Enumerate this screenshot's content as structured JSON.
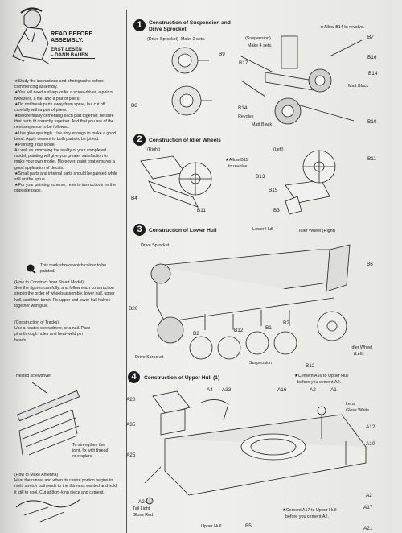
{
  "header": {
    "read_title_1": "READ BEFORE",
    "read_title_2": "ASSEMBLY.",
    "german_1": "ERST LESEN",
    "german_2": "– DANN BAUEN."
  },
  "instructions": {
    "p1": "★Study the instructions and photographs before commencing assembly.",
    "p2": "★You will need a sharp knife, a screw-driver, a pair of tweezers, a file, and a pair of pliers.",
    "p3": "★Do not break parts away from sprue, but cut off carefully with a pair of pliers.",
    "p4": "★Before finally cementing each part together, be sure that parts fit correctly together. And that you are of the next sequence to be followed.",
    "p5": "★Use glue sparingly. Use only enough to make a good bond. Apply cement to both parts to be joined.",
    "p6": "★Painting Your Model",
    "p7": "As well as improving the reality of your completed model, painting will give you greater satisfaction to make your own model. Moreover, paint coat ensures a good application of decals.",
    "p8": "★Small parts and internal parts should be painted while still on the sprue.",
    "p9": "★For your painting scheme, refer to instructions on the opposite page.",
    "mark_note": "This mark shows which colour to be painted.",
    "howto_heading": "(How to Construct Your Stuart Model)",
    "howto_body": "See the figures carefully, and follow each construction step in the order of wheels assembly, lower hull, upper hull, and then turret. Fix upper and lower hull halves together with glue.",
    "tracks_heading": "(Construction of Tracks)",
    "tracks_body": "Use a heated screwdriver, or a nail. Pass pins through holes and heat-weld pin heads.",
    "heated_label": "Heated screwdriver",
    "strengthen_note": "To strengthen the joint, fix with thread or staplers.",
    "antenna_heading": "(How to Make Antenna)",
    "antenna_body": "Heat the runner and when its centre portion begins to melt, stretch both ends to the thinness wanted and hold it still to cool. Cut at 8cm-long piece and cement."
  },
  "steps": [
    {
      "num": "1",
      "title_1": "Construction of Suspension and",
      "title_2": "Drive Sprocket"
    },
    {
      "num": "2",
      "title_1": "Construction of Idler Wheels",
      "title_2": ""
    },
    {
      "num": "3",
      "title_1": "Construction of Lower Hull",
      "title_2": ""
    },
    {
      "num": "4",
      "title_1": "Construction of Upper Hull (1)",
      "title_2": ""
    }
  ],
  "step1": {
    "drive_sprocket_note": "(Drive Sprocket)  Make 2 sets.",
    "suspension_note_1": "(Suspension)",
    "suspension_note_2": "Make 4 sets.",
    "allow_b14": "★Allow B14 to revolve.",
    "b9": "B9",
    "b8": "B8",
    "b7": "B7",
    "b16": "B16",
    "b17": "B17",
    "b14_top": "B14",
    "b14": "B14",
    "b10": "B10",
    "matt_black_1": "Matt Black",
    "revolve": "Revolve",
    "matt_black_2": "Matt Black"
  },
  "step2": {
    "right": "(Right)",
    "left": "(Left)",
    "allow_b11_1": "★Allow B11",
    "allow_b11_2": "to revolve.",
    "b13": "B13",
    "b4": "B4",
    "b11": "B11",
    "b15": "B15",
    "b3": "B3",
    "b11_right": "B11"
  },
  "step3": {
    "drive_sprocket": "Drive Sprocket",
    "lower_hull": "Lower Hull",
    "idler_right": "Idler Wheel (Right)",
    "b6": "B6",
    "b20": "B20",
    "b2_left": "B2",
    "b12_mid": "B12",
    "b1": "B1",
    "b2_right": "B2",
    "b12_bottom": "B12",
    "drive_sprocket_bottom": "Drive Sprocket",
    "suspension": "Suspension",
    "idler_left_1": "Idler Wheel",
    "idler_left_2": "(Left)"
  },
  "step4": {
    "cement_note_1": "★Cement A16 to Upper Hull",
    "cement_note_2": "before you cement A2.",
    "a20": "A20",
    "a4": "A4",
    "a33": "A33",
    "a16": "A16",
    "a2_top": "A2",
    "a1": "A1",
    "lens_1": "Lens",
    "lens_2": "Gloss White",
    "a12": "A12",
    "a35": "A35",
    "a10": "A10",
    "a25": "A25",
    "a2_bottom": "A2",
    "a24": "A24",
    "a17": "A17",
    "tail_light_1": "Tail Light",
    "tail_light_2": "Gloss Red",
    "cement_a17_1": "★Cement A17 to Upper Hull",
    "cement_a17_2": "before you cement A2.",
    "upper_hull": "Upper Hull",
    "b5": "B5",
    "a21": "A21"
  }
}
